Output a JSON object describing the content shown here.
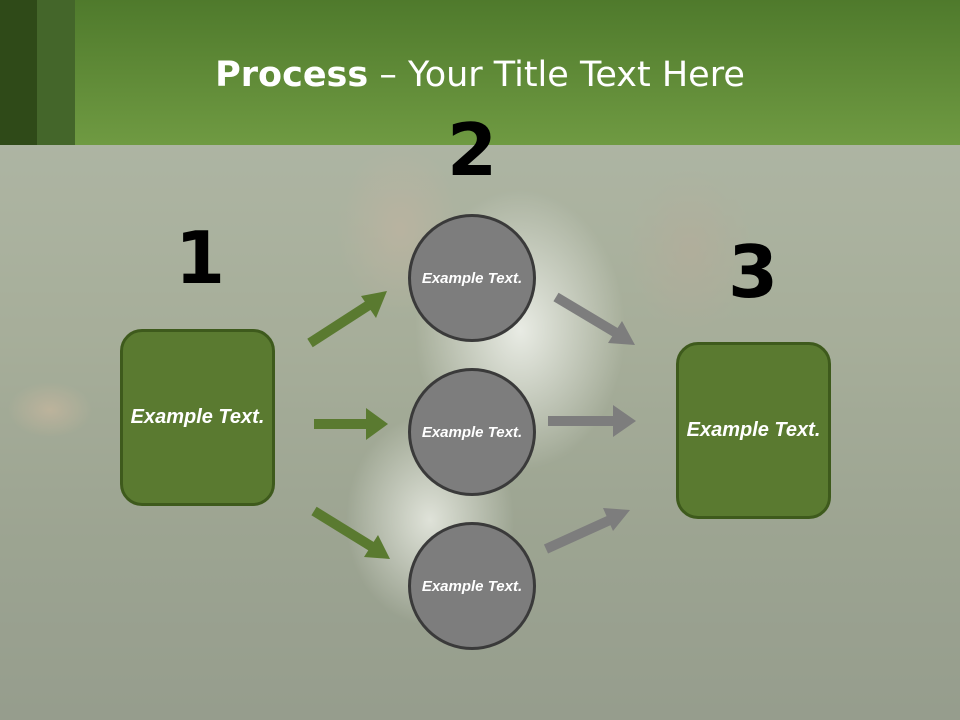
{
  "title": {
    "bold": "Process",
    "rest": " – Your Title Text Here"
  },
  "steps": {
    "one": "1",
    "two": "2",
    "three": "3"
  },
  "boxes": {
    "left": "Example Text.",
    "right": "Example Text."
  },
  "circles": {
    "top": "Example Text.",
    "middle": "Example Text.",
    "bottom": "Example Text."
  },
  "colors": {
    "header_green": "#6f9a42",
    "box_green": "#5a7a30",
    "arrow_green": "#5a7a30",
    "circle_grey": "#7d7d7d",
    "arrow_grey": "#7d7d7d"
  }
}
